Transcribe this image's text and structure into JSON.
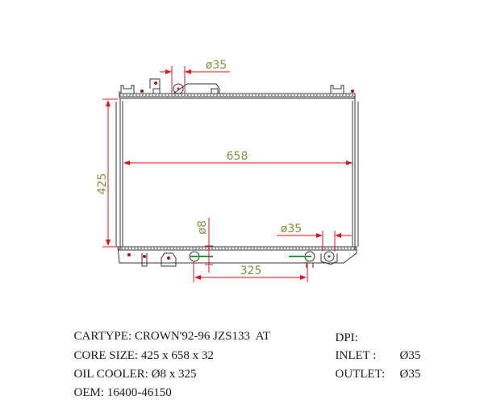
{
  "drawing": {
    "dimensions": {
      "height": "425",
      "width": "658",
      "inlet_dia": "ø35",
      "outlet_dia": "ø35",
      "oil_cooler_dia": "ø8",
      "oil_cooler_spacing": "325"
    },
    "colors": {
      "outline": "#333333",
      "dimension_line": "#e8121b",
      "dimension_text": "#8a8f3a",
      "oil_fitting": "#2e9a35"
    }
  },
  "specs": {
    "left": [
      {
        "label": "CARTYPE:",
        "value": "CROWN'92-96 JZS133  AT"
      },
      {
        "label": "CORE SIZE:",
        "value": "425 x 658 x 32"
      },
      {
        "label": "OIL COOLER:",
        "value": "Ø8 x 325"
      },
      {
        "label": "OEM:",
        "value": "16400-46150"
      }
    ],
    "right": [
      {
        "label": "DPI:",
        "value": ""
      },
      {
        "label": "INLET :",
        "value": "Ø35"
      },
      {
        "label": "OUTLET:",
        "value": "Ø35"
      }
    ]
  }
}
